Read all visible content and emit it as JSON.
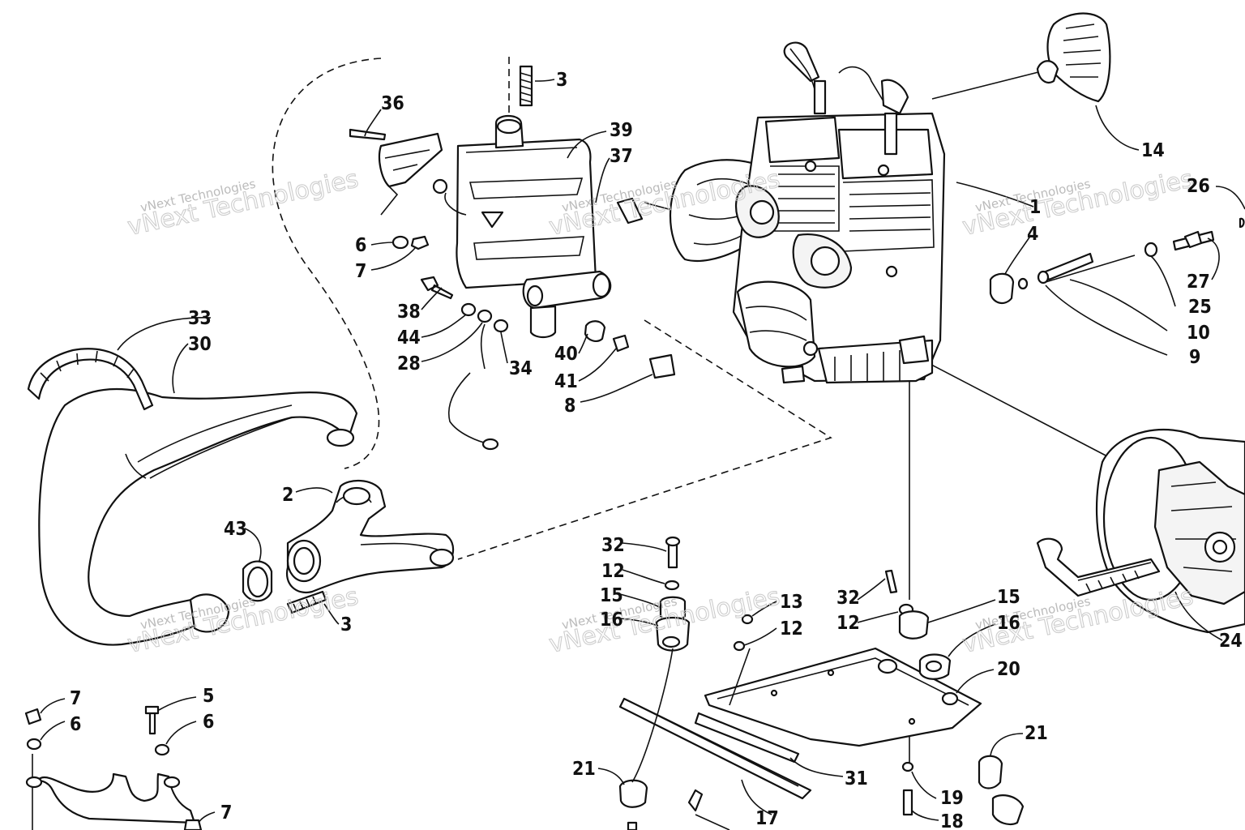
{
  "callouts": [
    "1",
    "2",
    "3",
    "3",
    "4",
    "5",
    "6",
    "6",
    "6",
    "7",
    "7",
    "7",
    "8",
    "9",
    "10",
    "12",
    "12",
    "12",
    "13",
    "14",
    "15",
    "15",
    "16",
    "16",
    "17",
    "18",
    "19",
    "20",
    "21",
    "21",
    "24",
    "25",
    "26",
    "27",
    "28",
    "30",
    "31",
    "32",
    "32",
    "33",
    "34",
    "36",
    "37",
    "38",
    "39",
    "40",
    "41",
    "43",
    "44"
  ],
  "watermark": {
    "line1": "vNext Technologies",
    "line2": "vNext Technologies"
  }
}
